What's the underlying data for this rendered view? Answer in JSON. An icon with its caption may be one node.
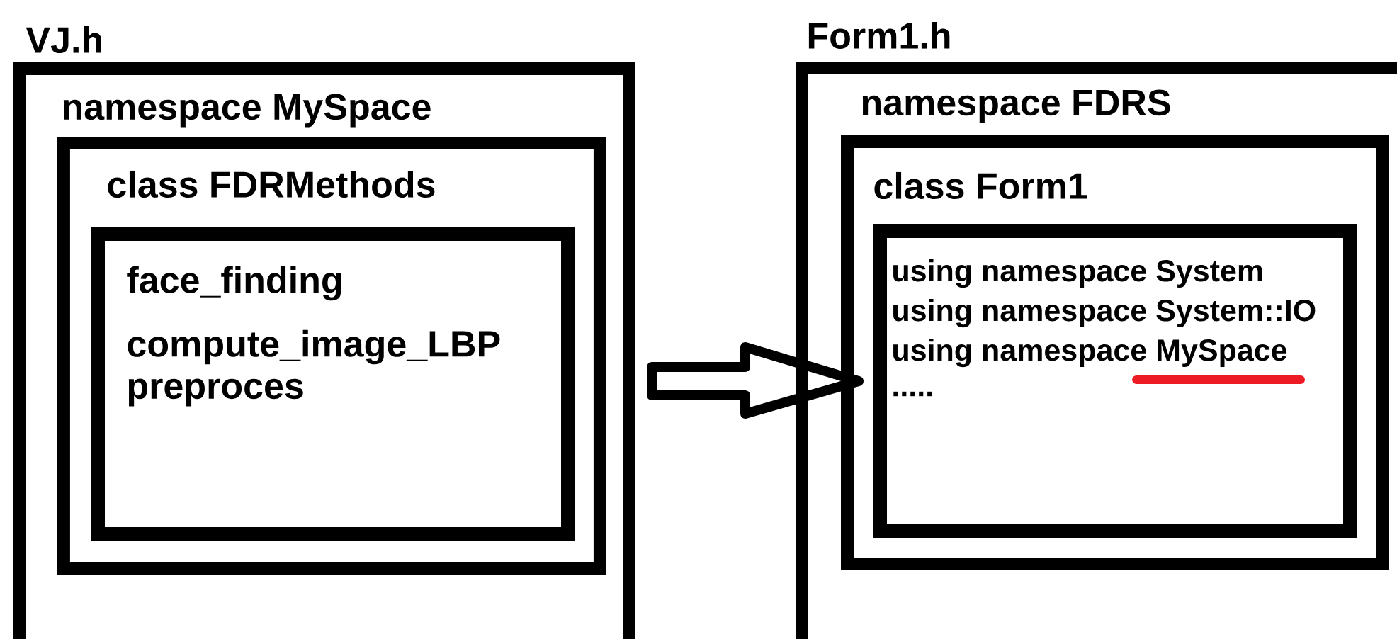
{
  "diagram": {
    "nodes": [
      {
        "text": [
          "VJ.h",
          "namespace MySpace"
        ]
      },
      {
        "text": [
          "class FDRMethods"
        ],
        "in": 0
      },
      {
        "text": [
          "face_finding",
          "compute_image_LBP",
          "preproces"
        ],
        "in": 1
      },
      {
        "text": [
          "Form1.h",
          "namespace FDRS"
        ]
      },
      {
        "text": [
          "class Form1"
        ],
        "in": 3
      },
      {
        "text": [
          "using namespace System",
          "using namespace System::IO",
          "using namespace MySpace",
          "....."
        ],
        "in": 4
      }
    ],
    "edges": [
      {
        "from": 2,
        "to": 5,
        "arrow": "to"
      }
    ]
  }
}
